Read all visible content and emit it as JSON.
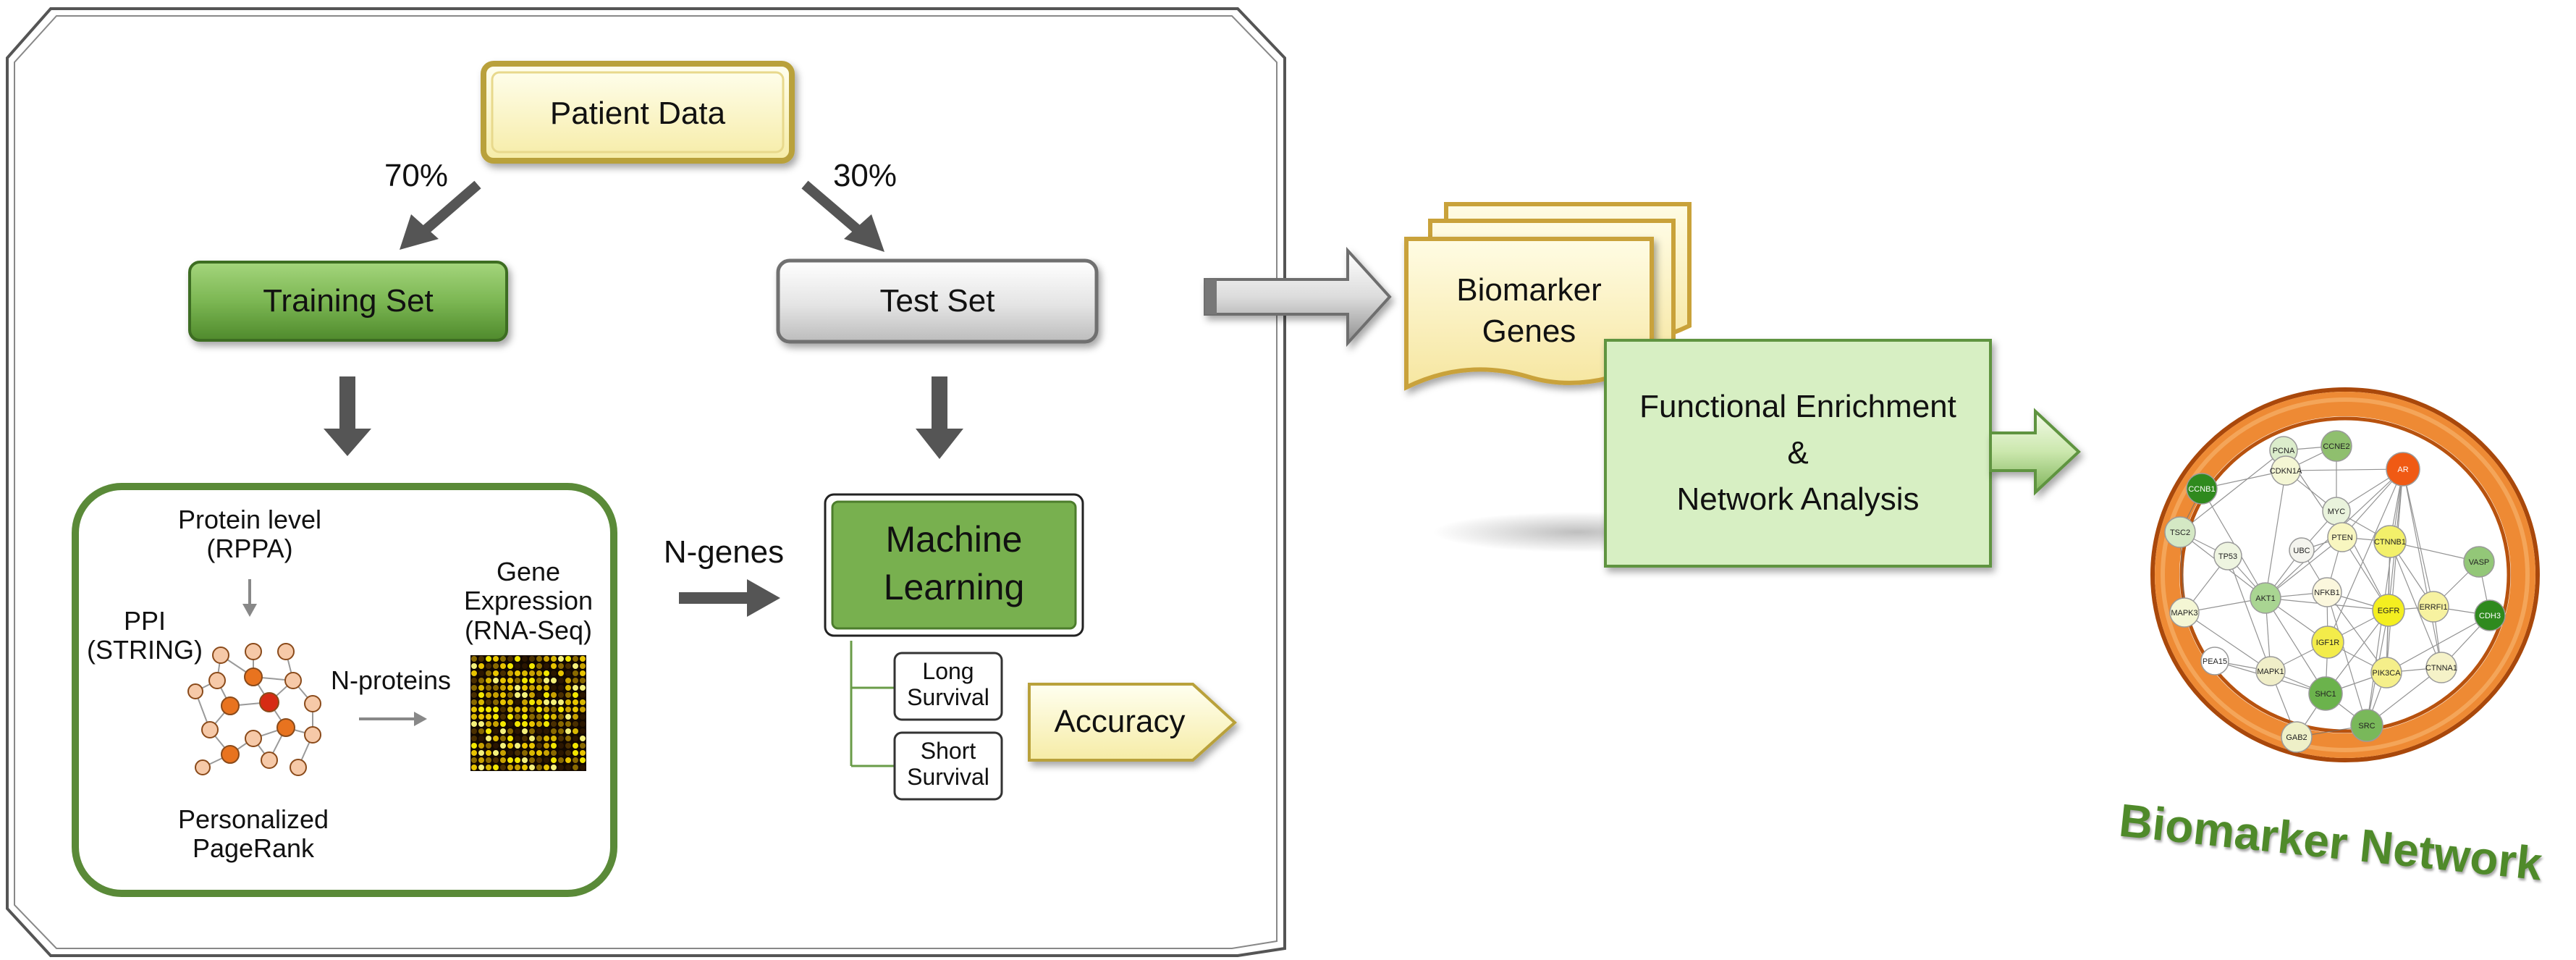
{
  "workflow": {
    "patient_data": "Patient Data",
    "split_train_pct": "70%",
    "split_test_pct": "30%",
    "training_set": "Training Set",
    "test_set": "Test Set",
    "protein_level_line1": "Protein level",
    "protein_level_line2": "(RPPA)",
    "ppi_line1": "PPI",
    "ppi_line2": "(STRING)",
    "n_proteins": "N-proteins",
    "gene_expr_line1": "Gene",
    "gene_expr_line2": "Expression",
    "gene_expr_line3": "(RNA-Seq)",
    "pagerank_line1": "Personalized",
    "pagerank_line2": "PageRank",
    "n_genes": "N-genes",
    "machine_learning_line1": "Machine",
    "machine_learning_line2": "Learning",
    "long_survival_line1": "Long",
    "long_survival_line2": "Survival",
    "short_survival_line1": "Short",
    "short_survival_line2": "Survival",
    "accuracy": "Accuracy"
  },
  "analysis": {
    "biomarker_genes_line1": "Biomarker",
    "biomarker_genes_line2": "Genes",
    "functional_line1": "Functional Enrichment",
    "functional_line2": "&",
    "functional_line3": "Network Analysis",
    "network_title": "Biomarker Network"
  },
  "network_nodes": [
    "PCNA",
    "CCNE2",
    "CCNB1",
    "CDKN1A",
    "AR",
    "MYC",
    "TSC2",
    "UBC",
    "PTEN",
    "CTNNB1",
    "VASP",
    "TP53",
    "AKT1",
    "NFKB1",
    "EGFR",
    "ERRFI1",
    "CDH3",
    "MAPK3",
    "IGF1R",
    "PEA15",
    "MAPK1",
    "PIK3CA",
    "CTNNA1",
    "SHC1",
    "SRC",
    "GAB2"
  ],
  "colors": {
    "green_dark": "#5e8f3a",
    "green_box": "#77b14f",
    "cream": "#fdf8cf",
    "orange": "#e8731f",
    "network_title": "#4f8a2a"
  }
}
